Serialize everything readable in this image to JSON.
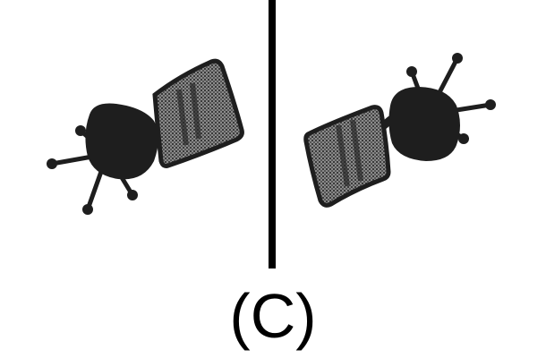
{
  "caption": "(C)",
  "panels": [
    {
      "id": "left",
      "content": "office-chair-top-view",
      "orientation": "backrest-upper-right"
    },
    {
      "id": "right",
      "content": "office-chair-top-view",
      "orientation": "backrest-lower-left"
    }
  ],
  "colors": {
    "background": "#ffffff",
    "divider": "#000000",
    "chair_dark": "#1e1e1e",
    "mesh": "#6b6b6b"
  }
}
